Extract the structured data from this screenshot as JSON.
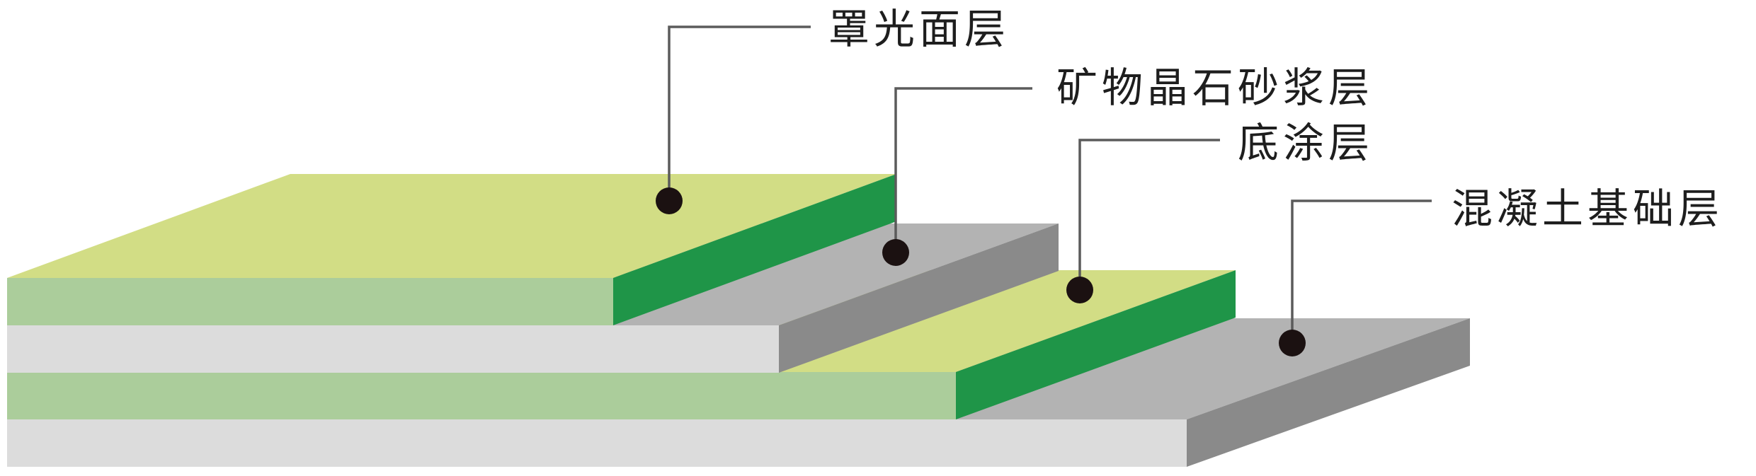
{
  "colors": {
    "light_green": "#d2dd85",
    "dark_green": "#1f9548",
    "pale_green": "#abcd9b",
    "light_gray": "#b3b3b3",
    "dark_gray": "#8a8a8a",
    "pale_gray": "#dcdcdc",
    "leader_line": "#5b5b5b",
    "marker_dot": "#1b1111",
    "label_text": "#1e1e1e"
  },
  "layers": [
    {
      "label": "罩光面层"
    },
    {
      "label": "矿物晶石砂浆层"
    },
    {
      "label": "底涂层"
    },
    {
      "label": "混凝土基础层"
    }
  ]
}
